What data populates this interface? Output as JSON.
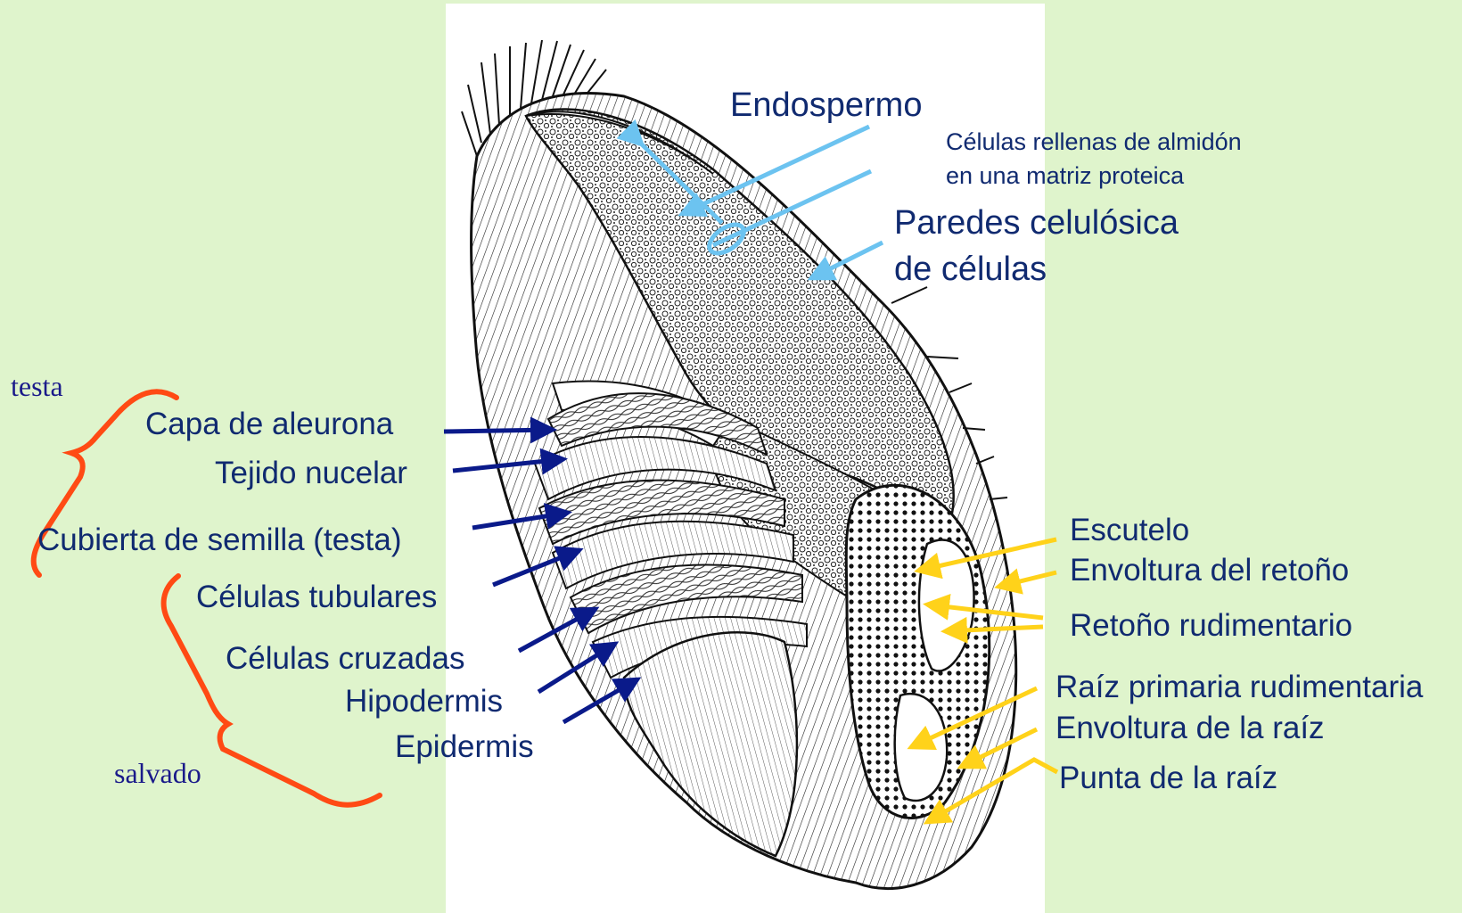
{
  "labels": {
    "endospermo": "Endospermo",
    "celulas_rellenas_1": "Células rellenas de almidón",
    "celulas_rellenas_2": "en una matriz proteica",
    "paredes_1": "Paredes celulósica",
    "paredes_2": "de células",
    "testa_group": "testa",
    "capa_aleurona": "Capa de aleurona",
    "tejido_nucelar": "Tejido nucelar",
    "cubierta_semilla": "Cubierta de semilla (testa)",
    "celulas_tubulares": "Células tubulares",
    "celulas_cruzadas": "Células cruzadas",
    "hipodermis": "Hipodermis",
    "epidermis": "Epidermis",
    "salvado_group": "salvado",
    "escutelo": "Escutelo",
    "envoltura_retono": "Envoltura del retoño",
    "retono_rudimentario": "Retoño rudimentario",
    "raiz_primaria": "Raíz primaria rudimentaria",
    "envoltura_raiz": "Envoltura de la raíz",
    "punta_raiz": "Punta de la raíz"
  },
  "colors": {
    "background": "#dff4cc",
    "panel": "#ffffff",
    "label_text": "#102a70",
    "group_text": "#1a1a8a",
    "arrow_navy": "#0a1a8a",
    "arrow_cyan": "#6cc3f0",
    "arrow_yellow": "#ffd21a",
    "brace_red": "#ff4a14"
  }
}
